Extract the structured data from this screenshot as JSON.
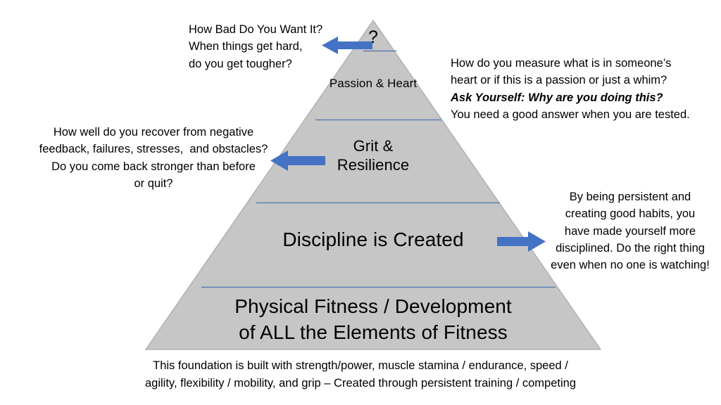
{
  "diagram": {
    "title": "Mental Toughness / Fitness Pyramid",
    "shape": "pyramid",
    "fill_color": "#C6C6C6",
    "edge_color": "#A6A6A6",
    "divider_color": "#5B7FB4",
    "arrow_color": "#4472C4",
    "background": "#FFFFFF"
  },
  "tiers": [
    {
      "id": "apex",
      "label": "?"
    },
    {
      "id": "passion",
      "label": "Passion & Heart"
    },
    {
      "id": "grit",
      "label": "Grit &\nResilience"
    },
    {
      "id": "discipline",
      "label": "Discipline is Created"
    },
    {
      "id": "foundation",
      "label": "Physical Fitness / Development\nof ALL the Elements of Fitness"
    }
  ],
  "callouts": {
    "top_left": {
      "name": "how-bad-do-you-want-it",
      "lines": [
        {
          "text": "How Bad Do You Want It?",
          "emphasis": false
        },
        {
          "text": "When things get hard,",
          "emphasis": false
        },
        {
          "text": "do you get tougher?",
          "emphasis": false
        }
      ]
    },
    "top_right": {
      "name": "measure-passion",
      "lines": [
        {
          "text": "How do you measure what is in someone’s",
          "emphasis": false
        },
        {
          "text": "heart or if this is a passion or just a whim?",
          "emphasis": false
        },
        {
          "text": "Ask Yourself: Why are you doing this?",
          "emphasis": true
        },
        {
          "text": "You need a good answer when you are tested.",
          "emphasis": false
        }
      ]
    },
    "mid_left": {
      "name": "recover-from-negative-feedback",
      "lines": [
        {
          "text": "How well do you recover from negative",
          "emphasis": false
        },
        {
          "text": "feedback, failures, stresses,  and obstacles?",
          "emphasis": false
        },
        {
          "text": "Do you come back stronger than before",
          "emphasis": false
        },
        {
          "text": "or quit?",
          "emphasis": false
        }
      ]
    },
    "mid_right": {
      "name": "persistence-builds-discipline",
      "lines": [
        {
          "text": "By being persistent and",
          "emphasis": false
        },
        {
          "text": "creating good habits, you",
          "emphasis": false
        },
        {
          "text": "have made yourself more",
          "emphasis": false
        },
        {
          "text": "disciplined. Do the right thing",
          "emphasis": false
        },
        {
          "text": "even when no one is watching!",
          "emphasis": false
        }
      ]
    }
  },
  "caption": {
    "name": "foundation-caption",
    "lines": [
      {
        "text": "This foundation is built with strength/power, muscle stamina / endurance, speed /"
      },
      {
        "text": "agility, flexibility / mobility, and grip – Created through persistent training / competing"
      }
    ]
  },
  "arrows": [
    {
      "id": "arrow-to-apex",
      "direction": "left",
      "points_to": "apex"
    },
    {
      "id": "arrow-to-grit",
      "direction": "left",
      "points_to": "grit"
    },
    {
      "id": "arrow-from-discipline",
      "direction": "right",
      "points_to": "discipline"
    }
  ]
}
